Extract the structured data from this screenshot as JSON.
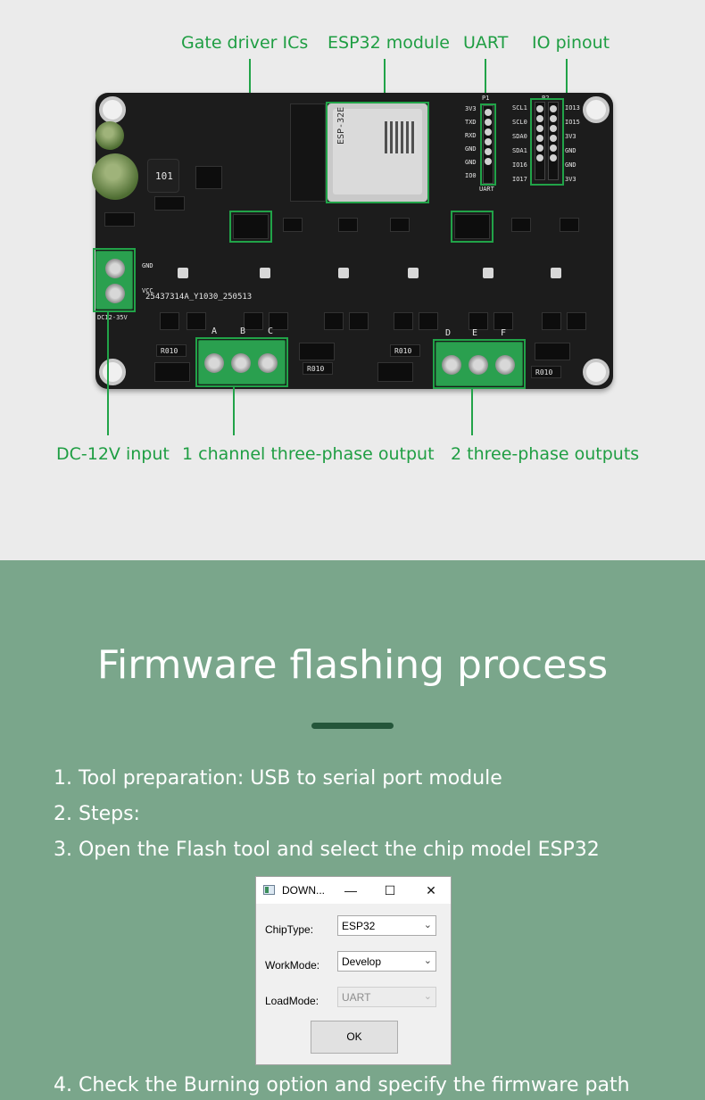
{
  "callouts": {
    "gate_driver": "Gate driver ICs",
    "esp32_module": "ESP32 module",
    "uart": "UART",
    "io_pinout": "IO pinout",
    "dc_input": "DC-12V input",
    "one_channel": "1 channel three-phase output",
    "two_outputs": "2 three-phase outputs"
  },
  "board_silk": {
    "uart_pins": [
      "3V3",
      "TXD",
      "RXD",
      "GND",
      "GND",
      "IO0"
    ],
    "uart_header": "P1",
    "uart_name": "UART",
    "io_left": [
      "SCL1",
      "SCL0",
      "SDA0",
      "SDA1",
      "IO16",
      "IO17"
    ],
    "io_right": [
      "IO13",
      "IO15",
      "3V3",
      "GND",
      "GND",
      "3V3"
    ],
    "io_header": "P2",
    "inductor": "101",
    "serial": "25437314A_Y1030_250513",
    "power_label": "DC12-35V",
    "gnd_label": "GND",
    "vcc_label": "VCC",
    "phases_a": [
      "A",
      "B",
      "C"
    ],
    "phases_b": [
      "D",
      "E",
      "F"
    ],
    "shunt": "R010",
    "esp_text": "ESP-32E"
  },
  "process": {
    "title": "Firmware flashing process",
    "steps": [
      "1. Tool preparation: USB to serial port module",
      "2. Steps:",
      "3. Open the Flash tool and select the chip model ESP32",
      "4. Check the Burning option and specify the firmware path"
    ]
  },
  "dialog": {
    "title": "DOWN...",
    "minimize_glyph": "—",
    "maximize_glyph": "☐",
    "close_glyph": "✕",
    "chip_type_label": "ChipType:",
    "chip_type_value": "ESP32",
    "work_mode_label": "WorkMode:",
    "work_mode_value": "Develop",
    "load_mode_label": "LoadMode:",
    "load_mode_value": "UART",
    "dropdown_glyph": "⌄",
    "ok_label": "OK"
  },
  "colors": {
    "accent_green": "#1f9e43",
    "section_bg": "#7aa68b",
    "divider": "#24563a"
  }
}
